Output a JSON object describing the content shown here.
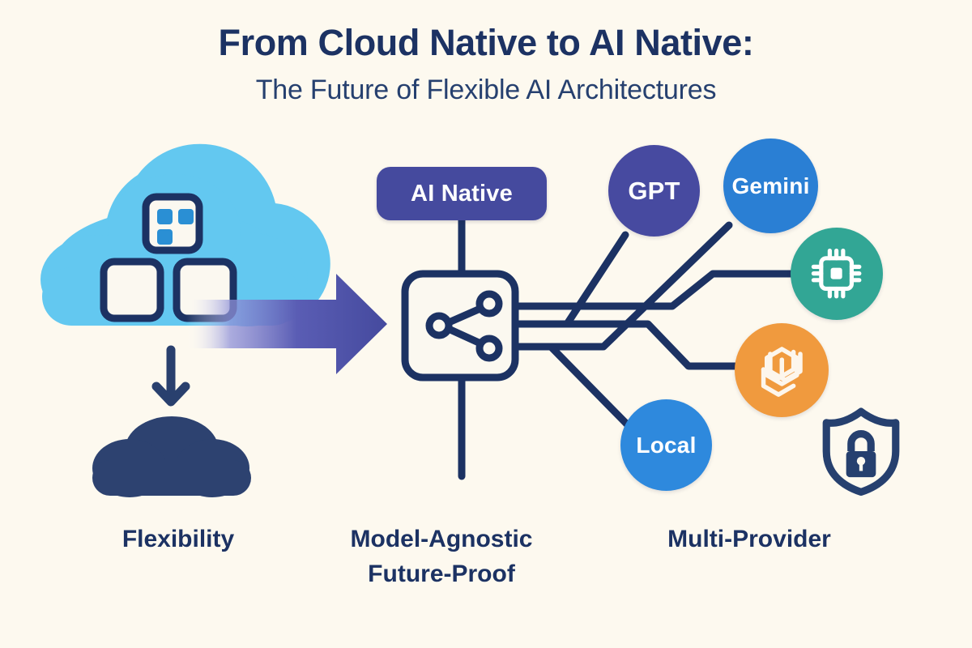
{
  "background": "#fdf9ef",
  "ink": "#1c3263",
  "title": {
    "main": "From Cloud Native to AI Native:",
    "sub": "The Future of Flexible AI Architectures"
  },
  "badge": {
    "label": "AI Native",
    "color": "#454a9e"
  },
  "left_cloud": {
    "name": "cloud-native-stack",
    "color": "#63c8f0",
    "tile_outline": "#1c3263",
    "tile_accent": "#2a8fd4"
  },
  "down_arrow": {
    "name": "down-arrow",
    "color": "#29406e"
  },
  "dark_cloud": {
    "name": "solid-cloud",
    "color": "#2d4270"
  },
  "big_arrow": {
    "name": "transition-arrow",
    "color_from": "#7b7fd0",
    "color_to": "#454a9e"
  },
  "hub": {
    "name": "model-router-node",
    "icon": "share-network-icon",
    "stroke": "#1c3263"
  },
  "providers": [
    {
      "id": "gpt",
      "label": "GPT",
      "color": "#474aa0",
      "icon": null,
      "text_color": "#ffffff"
    },
    {
      "id": "gemini",
      "label": "Gemini",
      "color": "#2a7fd4",
      "icon": null,
      "text_color": "#ffffff"
    },
    {
      "id": "chip",
      "label": "",
      "color": "#32a695",
      "icon": "cpu-chip-icon",
      "text_color": "#ffffff"
    },
    {
      "id": "openai",
      "label": "",
      "color": "#f09a3e",
      "icon": "openai-knot-icon",
      "text_color": "#ffffff"
    },
    {
      "id": "local",
      "label": "Local",
      "color": "#2e89dd",
      "icon": null,
      "text_color": "#ffffff"
    }
  ],
  "shield": {
    "name": "security-shield-lock",
    "icon": "shield-lock-icon",
    "color": "#26406f"
  },
  "captions": [
    {
      "id": "flexibility",
      "line1": "Flexibility",
      "line2": ""
    },
    {
      "id": "model-agnostic",
      "line1": "Model-Agnostic",
      "line2": "Future-Proof"
    },
    {
      "id": "multi-provider",
      "line1": "Multi-Provider",
      "line2": ""
    }
  ],
  "connector_color": "#1c3263"
}
